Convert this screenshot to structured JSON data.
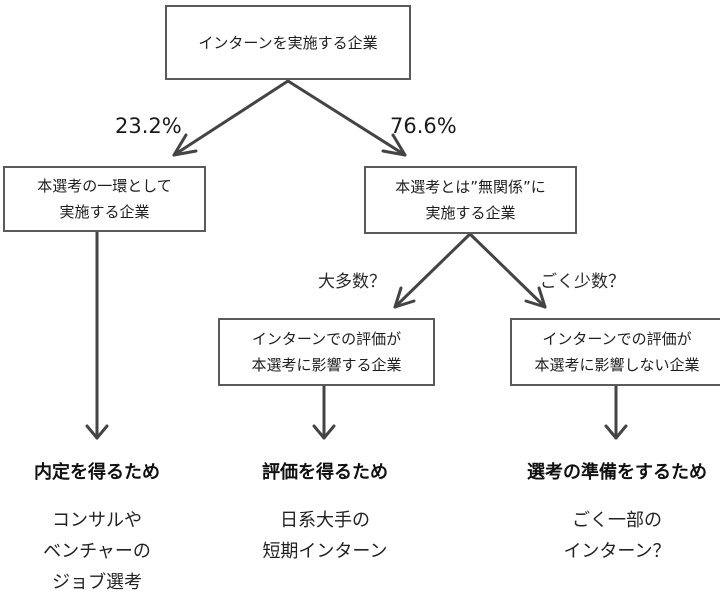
{
  "boxes": {
    "root": "インターンを実施する企業",
    "left": [
      "本選考の一環として",
      "実施する企業"
    ],
    "right": [
      "本選考とは”無関係”に",
      "実施する企業"
    ],
    "mid": [
      "インターンでの評価が",
      "本選考に影響する企業"
    ],
    "far": [
      "インターンでの評価が",
      "本選考に影響しない企業"
    ]
  },
  "labels": {
    "pct_left": "23.2%",
    "pct_right": "76.6%",
    "majority": "大多数？",
    "minority": "ごく少数？"
  },
  "results": [
    {
      "title": "内定を得るため",
      "lines": [
        "コンサルや",
        "ベンチャーの",
        "ジョブ選考"
      ]
    },
    {
      "title": "評価を得るため",
      "lines": [
        "日系大手の",
        "短期インターン"
      ]
    },
    {
      "title": "選考の準備をするため",
      "lines": [
        "ごく一部の",
        "インターン？"
      ]
    }
  ]
}
